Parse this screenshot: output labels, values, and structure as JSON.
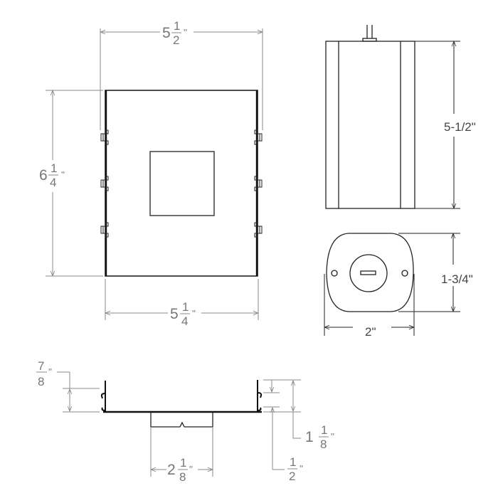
{
  "front_view": {
    "overall_width": {
      "whole": "5",
      "num": "1",
      "den": "2",
      "unit": "''"
    },
    "height": {
      "whole": "6",
      "num": "1",
      "den": "4",
      "unit": "''"
    },
    "plate_width": {
      "whole": "5",
      "num": "1",
      "den": "4",
      "unit": "''"
    }
  },
  "side_view": {
    "height": "5-1/2\""
  },
  "end_view": {
    "height": "1-3/4\"",
    "width": "2\""
  },
  "section_view": {
    "flange": {
      "whole": "",
      "num": "7",
      "den": "8",
      "unit": "''"
    },
    "box_width": {
      "whole": "2",
      "num": "1",
      "den": "8",
      "unit": "''"
    },
    "depth": {
      "whole": "1",
      "num": "1",
      "den": "8",
      "unit": "''"
    },
    "lip": {
      "whole": "",
      "num": "1",
      "den": "2",
      "unit": "''"
    }
  },
  "colors": {
    "object": "#222222",
    "dimension": "#888888"
  }
}
